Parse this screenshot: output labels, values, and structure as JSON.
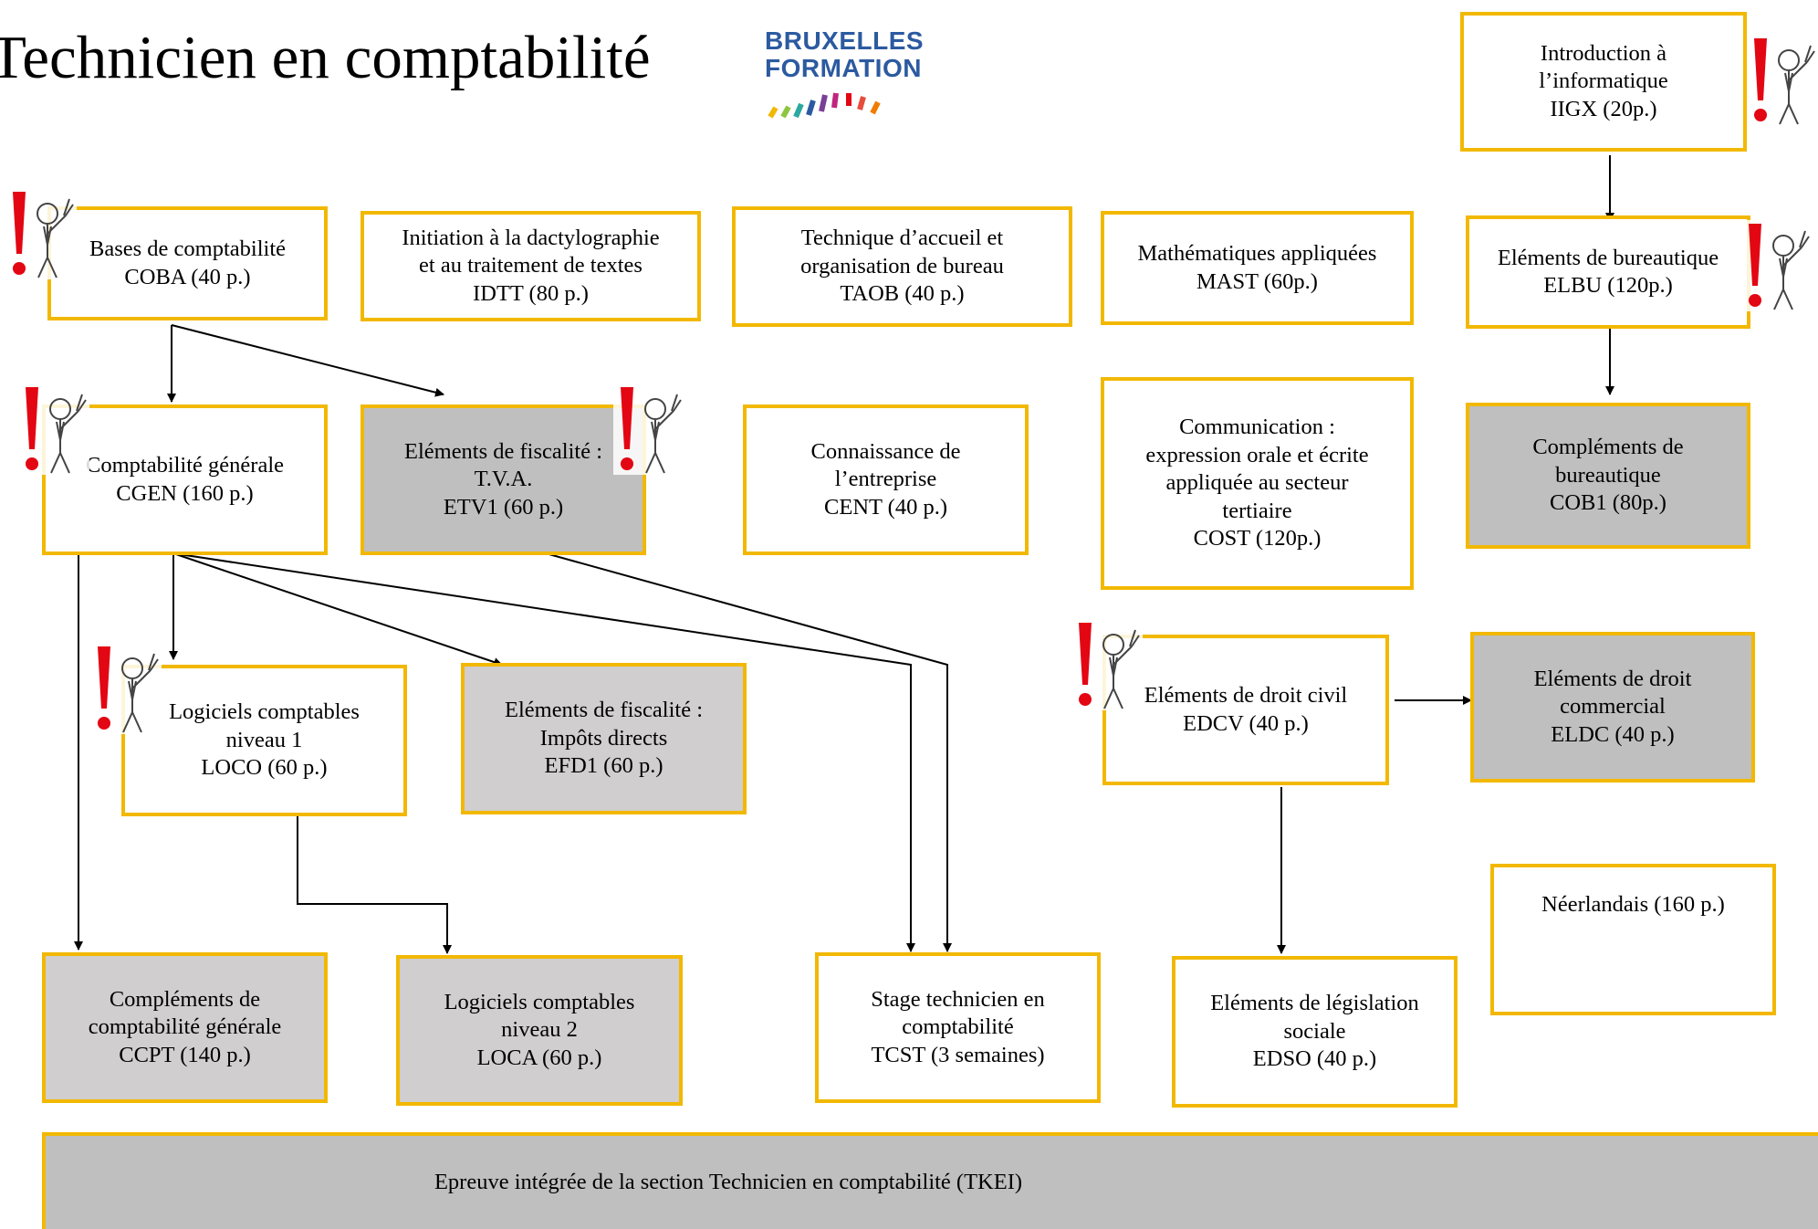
{
  "title": "Technicien en comptabilité",
  "logo": {
    "line1": "BRUXELLES",
    "line2": "FORMATION"
  },
  "courses": {
    "iigx": "Introduction à\nl’informatique\nIIGX (20p.)",
    "coba": "Bases de comptabilité\nCOBA (40 p.)",
    "idtt": "Initiation à la dactylographie\net au traitement de textes\nIDTT (80 p.)",
    "taob": "Technique d’accueil et\norganisation de bureau\nTAOB (40 p.)",
    "mast": "Mathématiques appliquées\nMAST (60p.)",
    "elbu": "Eléments de bureautique\nELBU (120p.)",
    "cgen": "Comptabilité générale\nCGEN (160 p.)",
    "etv1": "Eléments de fiscalité :\nT.V.A.\nETV1 (60 p.)",
    "cent": "Connaissance de\nl’entreprise\nCENT (40 p.)",
    "cost": "Communication :\nexpression orale et écrite\nappliquée au secteur\ntertiaire\nCOST (120p.)",
    "cob1": "Compléments de\nbureautique\nCOB1 (80p.)",
    "edcv": "Eléments de droit civil\nEDCV (40 p.)",
    "eldc": "Eléments de droit\ncommercial\nELDC (40 p.)",
    "loco": "Logiciels comptables\nniveau 1\nLOCO (60 p.)",
    "efd1": "Eléments de fiscalité :\nImpôts directs\nEFD1 (60 p.)",
    "neer": "Néerlandais (160 p.)",
    "ccpt": "Compléments de\ncomptabilité générale\nCCPT (140 p.)",
    "loca": "Logiciels comptables\nniveau 2\nLOCA (60 p.)",
    "tcst": "Stage technicien en\ncomptabilité\nTCST (3 semaines)",
    "edso": "Eléments de législation\nsociale\nEDSO (40 p.)"
  },
  "exam": "Epreuve intégrée de la section Technicien en comptabilité (TKEI)",
  "colors": {
    "border": "#f2b800",
    "grey_box": "#d0cece",
    "dark_box": "#bfbfbf",
    "logo": "#2c5aa0",
    "warning": "#e30613"
  },
  "icons": [
    "warning-cartoon-icon",
    "arrow-icon"
  ]
}
